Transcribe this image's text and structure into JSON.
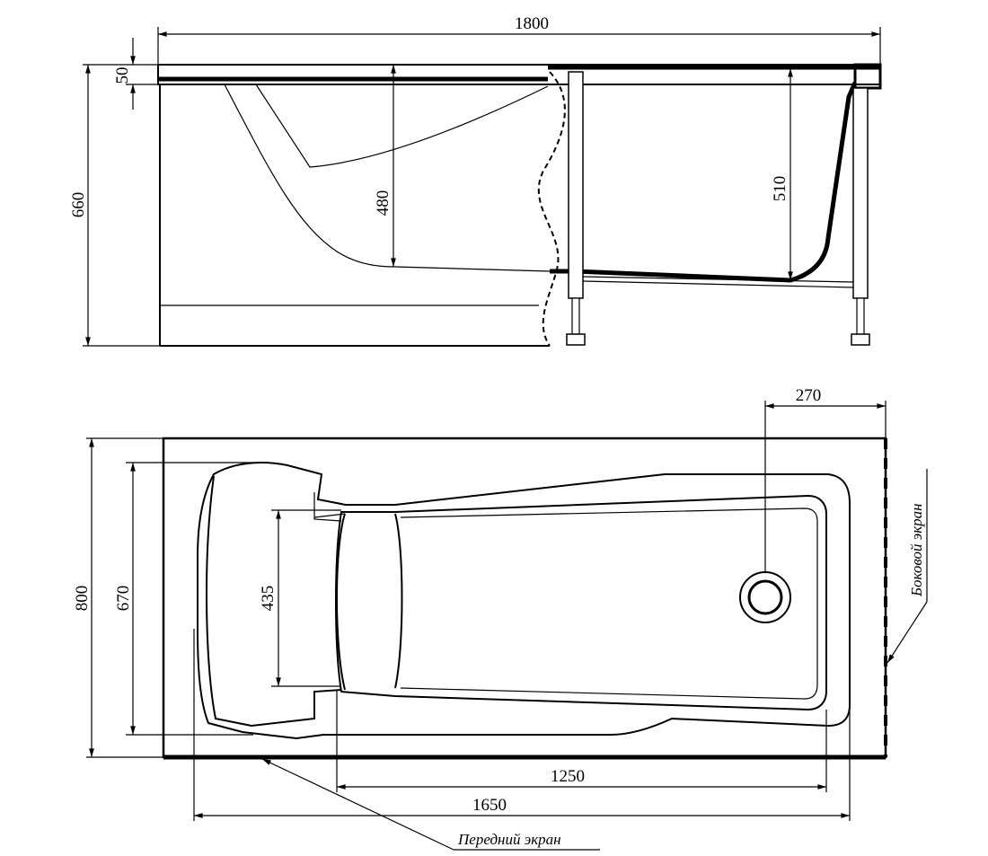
{
  "dimensions": {
    "overall_length": "1800",
    "rim_thickness": "50",
    "overall_height": "660",
    "depth_head": "480",
    "depth_foot": "510",
    "drain_offset": "270",
    "overall_width": "800",
    "inner_width": "670",
    "bottom_width": "435",
    "bottom_length": "1250",
    "inner_length": "1650"
  },
  "labels": {
    "front_panel": "Передний экран",
    "side_panel": "Боковой экран"
  }
}
